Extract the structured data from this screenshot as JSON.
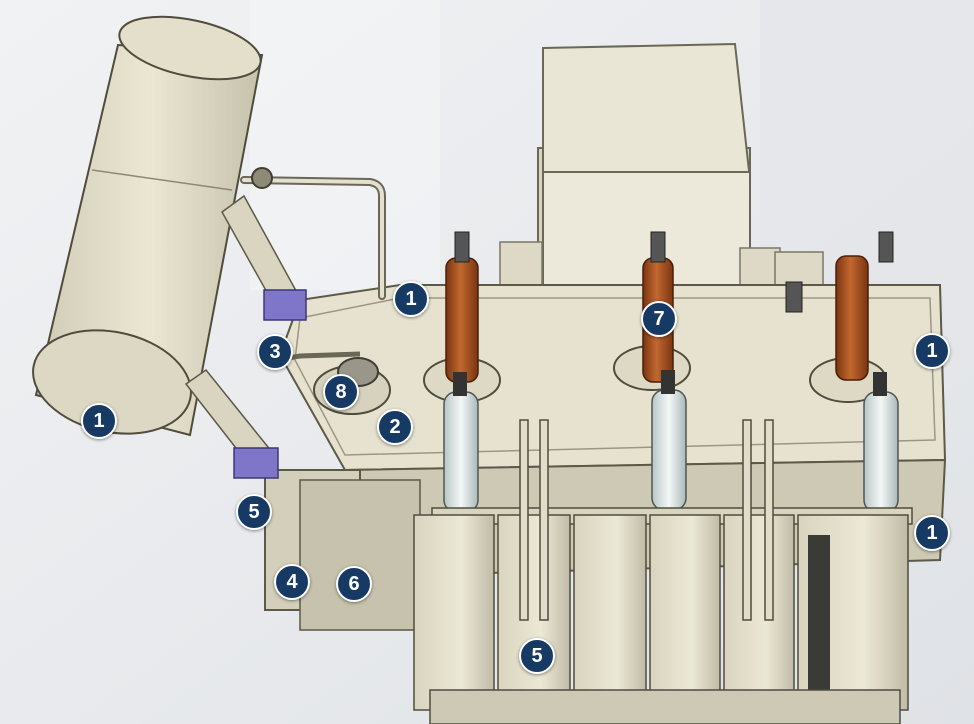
{
  "colors": {
    "background": "#e9ebee",
    "tank_body": "#e6e2cf",
    "tank_shadow": "#bdb9a5",
    "bushing_hv": "#a9552a",
    "bushing_lv": "#dfe8e6",
    "clamp": "#7f76c9",
    "marker_fill": "#163a63",
    "marker_text": "#ffffff"
  },
  "markers": {
    "conservator": "1",
    "breather": "1",
    "hv_cap_right": "1",
    "radiator_valve": "1",
    "pipe_joint": "3",
    "pressure_relief": "8",
    "tank_cover": "2",
    "cover_bolt": "5",
    "drain_valve": "4",
    "rating_plate": "6",
    "radiator_bank": "5",
    "hv_bushing": "7"
  }
}
